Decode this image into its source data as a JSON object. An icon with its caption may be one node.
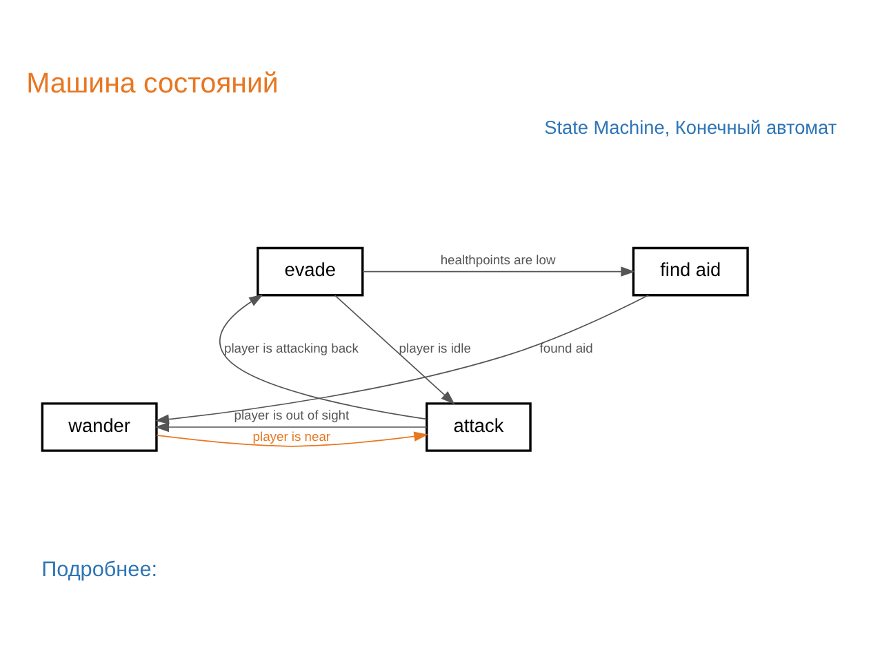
{
  "diagram": {
    "title": "Машина состояний",
    "nodes": [
      {
        "text": [
          "find aid"
        ]
      },
      {
        "text": [
          "evade"
        ]
      },
      {
        "text": [
          "wander"
        ]
      },
      {
        "text": [
          "attack"
        ]
      }
    ],
    "edges": [
      {
        "from": 1,
        "to": 0,
        "arrow": "to",
        "label": "healthpoints are low"
      },
      {
        "from": 0,
        "to": 2,
        "arrow": "to",
        "label": "found aid"
      },
      {
        "from": 2,
        "to": 3,
        "arrow": "to",
        "label": "player is near",
        "color": "#e87722"
      },
      {
        "from": 1,
        "to": 3,
        "arrow": "to",
        "label": "player is idle"
      },
      {
        "from": 3,
        "to": 1,
        "arrow": "to",
        "label": "player is attacking back"
      },
      {
        "from": 3,
        "to": 2,
        "arrow": "to",
        "label": "player is out of sight"
      }
    ],
    "labels": [
      "State Machine, Конечный автомат",
      "Подробнее:"
    ]
  }
}
